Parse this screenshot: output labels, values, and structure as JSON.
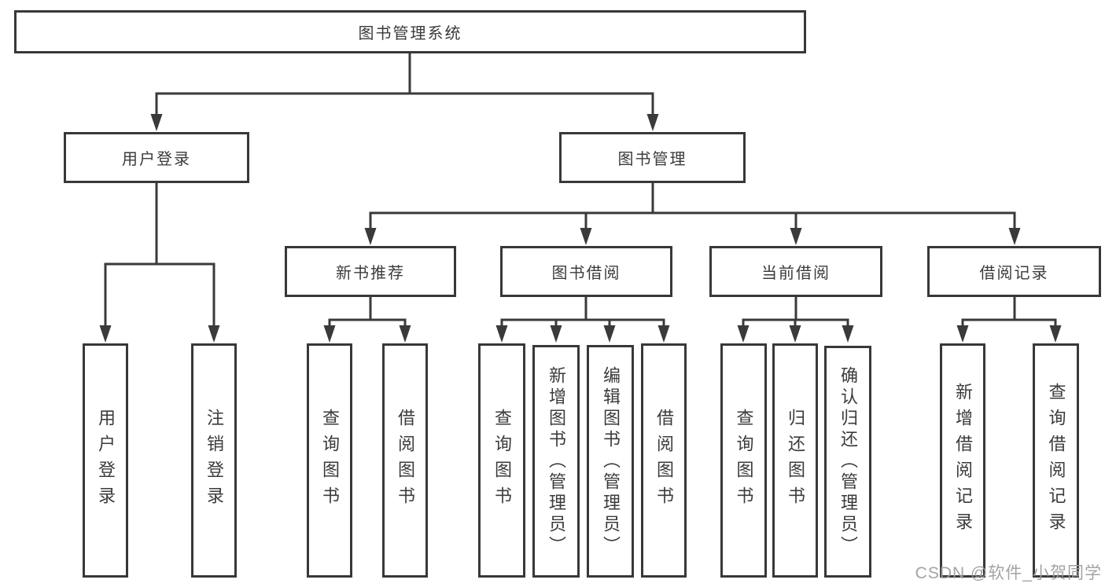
{
  "diagram": {
    "title": "图书管理系统",
    "user_login": {
      "label": "用户登录",
      "children": [
        "用户登录",
        "注销登录"
      ]
    },
    "book_management": {
      "label": "图书管理",
      "new_book": {
        "label": "新书推荐",
        "children": [
          "查询图书",
          "借阅图书"
        ]
      },
      "borrow": {
        "label": "图书借阅",
        "children": [
          "查询图书",
          "新增图书（管理员）",
          "编辑图书（管理员）",
          "借阅图书"
        ]
      },
      "current": {
        "label": "当前借阅",
        "children": [
          "查询图书",
          "归还图书",
          "确认归还（管理员）"
        ]
      },
      "records": {
        "label": "借阅记录",
        "children": [
          "新增借阅记录",
          "查询借阅记录"
        ]
      }
    },
    "watermark": "CSDN @软件_小贺同学",
    "colors": {
      "line": "#3a3a3a",
      "border": "#383838",
      "text": "#3b3b3b",
      "watermark": "#9e9e9e",
      "background": "#ffffff"
    }
  }
}
